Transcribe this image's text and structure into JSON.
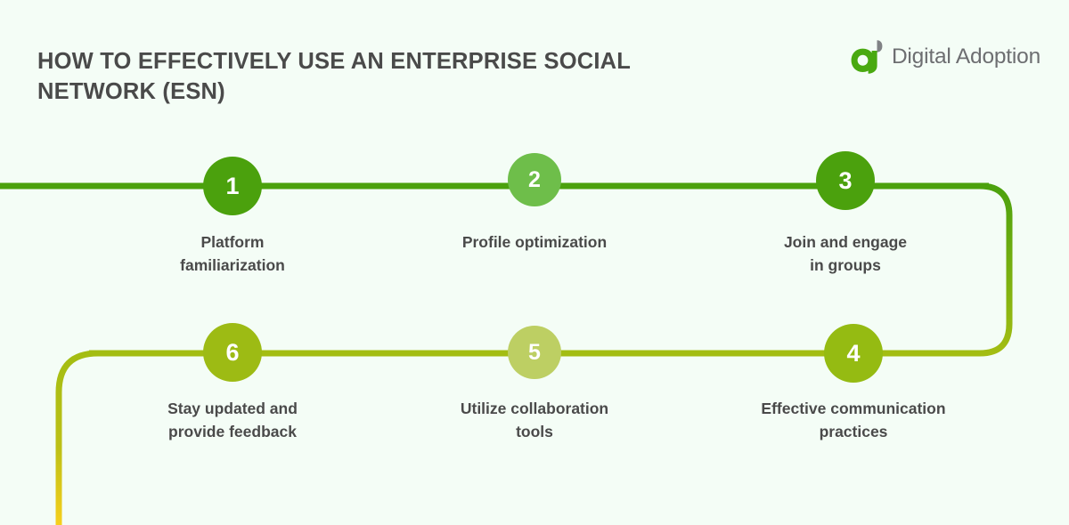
{
  "header": {
    "title": "How to effectively use an enterprise social\nnetwork (ESN)",
    "logo_text": "Digital Adoption",
    "logo_mark_name": "digital-adoption-a-logomark"
  },
  "colors": {
    "background": "#f4fdf6",
    "title_text": "#4a4a4a",
    "label_text": "#4a4a4a",
    "logo_text": "#6d6e71",
    "logo_mark_green": "#49a910",
    "logo_mark_gray": "#808285",
    "step1": "#4ba10d",
    "step2": "#6ebe4a",
    "step3": "#4ba10d",
    "step4": "#95bb12",
    "step5": "#bdcf63",
    "step6": "#9dbb14",
    "line_top": "#4ba10d",
    "line_bottom": "#a3bd12",
    "line_tail": "#f6cf1c"
  },
  "steps": [
    {
      "number": "1",
      "label": "Platform\nfamiliarization"
    },
    {
      "number": "2",
      "label": "Profile optimization"
    },
    {
      "number": "3",
      "label": "Join and engage\nin groups"
    },
    {
      "number": "4",
      "label": "Effective communication\npractices"
    },
    {
      "number": "5",
      "label": "Utilize collaboration\ntools"
    },
    {
      "number": "6",
      "label": "Stay updated and\nprovide feedback"
    }
  ]
}
